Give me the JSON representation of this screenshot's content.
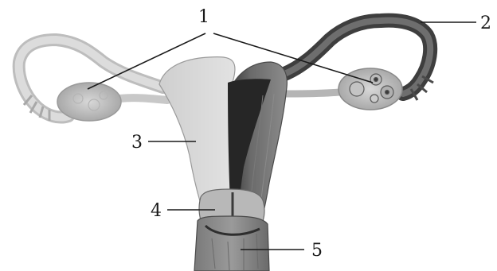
{
  "labels": {
    "l1": "1",
    "l2": "2",
    "l3": "3",
    "l4": "4",
    "l5": "5"
  },
  "colors": {
    "tissue_light": "#d2d2d2",
    "tissue_mid": "#a8a8a8",
    "tissue_dark": "#5a5a5a",
    "cavity_dark": "#2e2e2e",
    "ink": "#1a1a1a",
    "background": "#ffffff"
  }
}
